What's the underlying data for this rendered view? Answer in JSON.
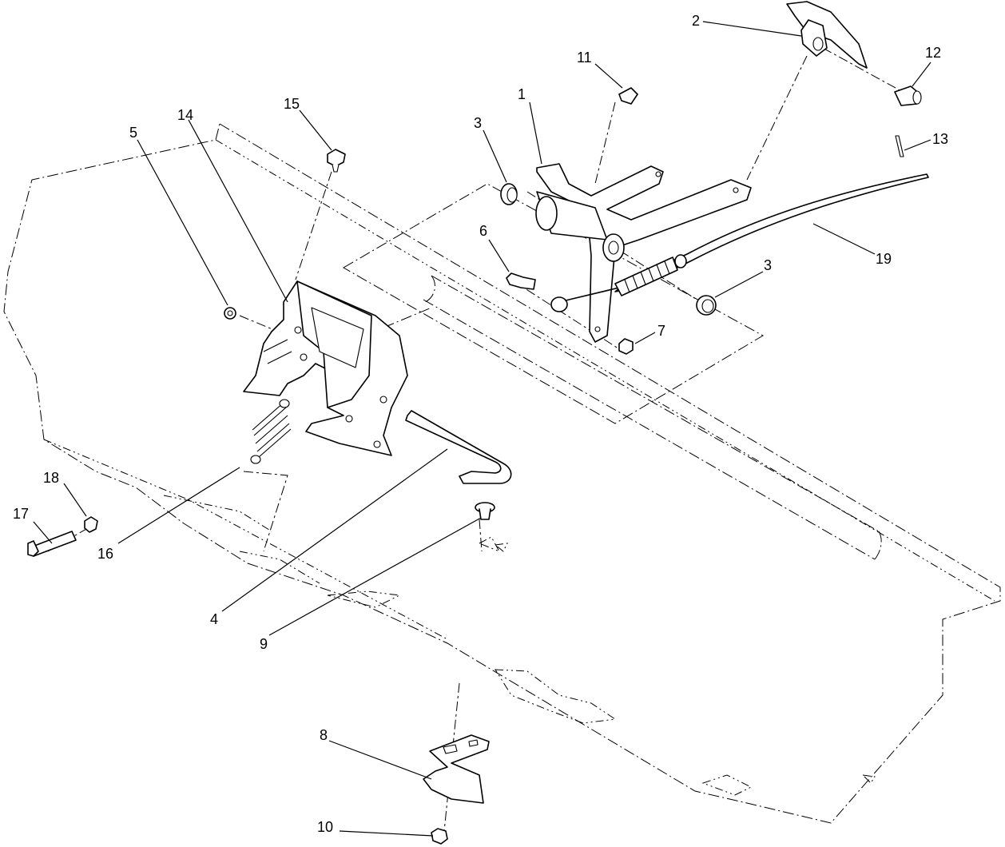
{
  "diagram": {
    "callouts": [
      {
        "id": "1",
        "label": "1"
      },
      {
        "id": "2",
        "label": "2"
      },
      {
        "id": "3a",
        "label": "3"
      },
      {
        "id": "3b",
        "label": "3"
      },
      {
        "id": "4",
        "label": "4"
      },
      {
        "id": "5",
        "label": "5"
      },
      {
        "id": "6",
        "label": "6"
      },
      {
        "id": "7",
        "label": "7"
      },
      {
        "id": "8",
        "label": "8"
      },
      {
        "id": "9",
        "label": "9"
      },
      {
        "id": "10",
        "label": "10"
      },
      {
        "id": "11",
        "label": "11"
      },
      {
        "id": "12",
        "label": "12"
      },
      {
        "id": "13",
        "label": "13"
      },
      {
        "id": "14",
        "label": "14"
      },
      {
        "id": "15",
        "label": "15"
      },
      {
        "id": "16",
        "label": "16"
      },
      {
        "id": "17",
        "label": "17"
      },
      {
        "id": "18",
        "label": "18"
      },
      {
        "id": "19",
        "label": "19"
      }
    ]
  }
}
